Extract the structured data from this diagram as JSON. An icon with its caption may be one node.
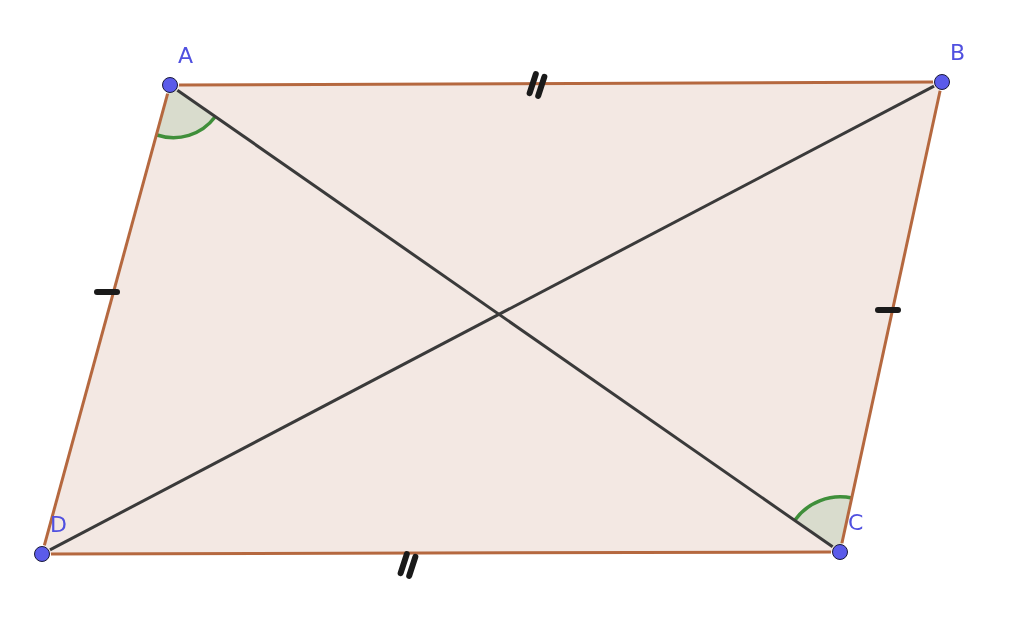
{
  "diagram": {
    "nodes": [
      {
        "text": [
          "A"
        ]
      },
      {
        "text": [
          "B"
        ]
      },
      {
        "text": [
          "C"
        ]
      },
      {
        "text": [
          "D"
        ]
      }
    ],
    "edges": [
      {
        "from": 0,
        "to": 1,
        "arrow": "none"
      },
      {
        "from": 1,
        "to": 2,
        "arrow": "none"
      },
      {
        "from": 2,
        "to": 3,
        "arrow": "none"
      },
      {
        "from": 3,
        "to": 0,
        "arrow": "none"
      },
      {
        "from": 0,
        "to": 2,
        "arrow": "none",
        "color": "#3a3a3a"
      },
      {
        "from": 1,
        "to": 3,
        "arrow": "none",
        "color": "#3a3a3a"
      }
    ]
  }
}
